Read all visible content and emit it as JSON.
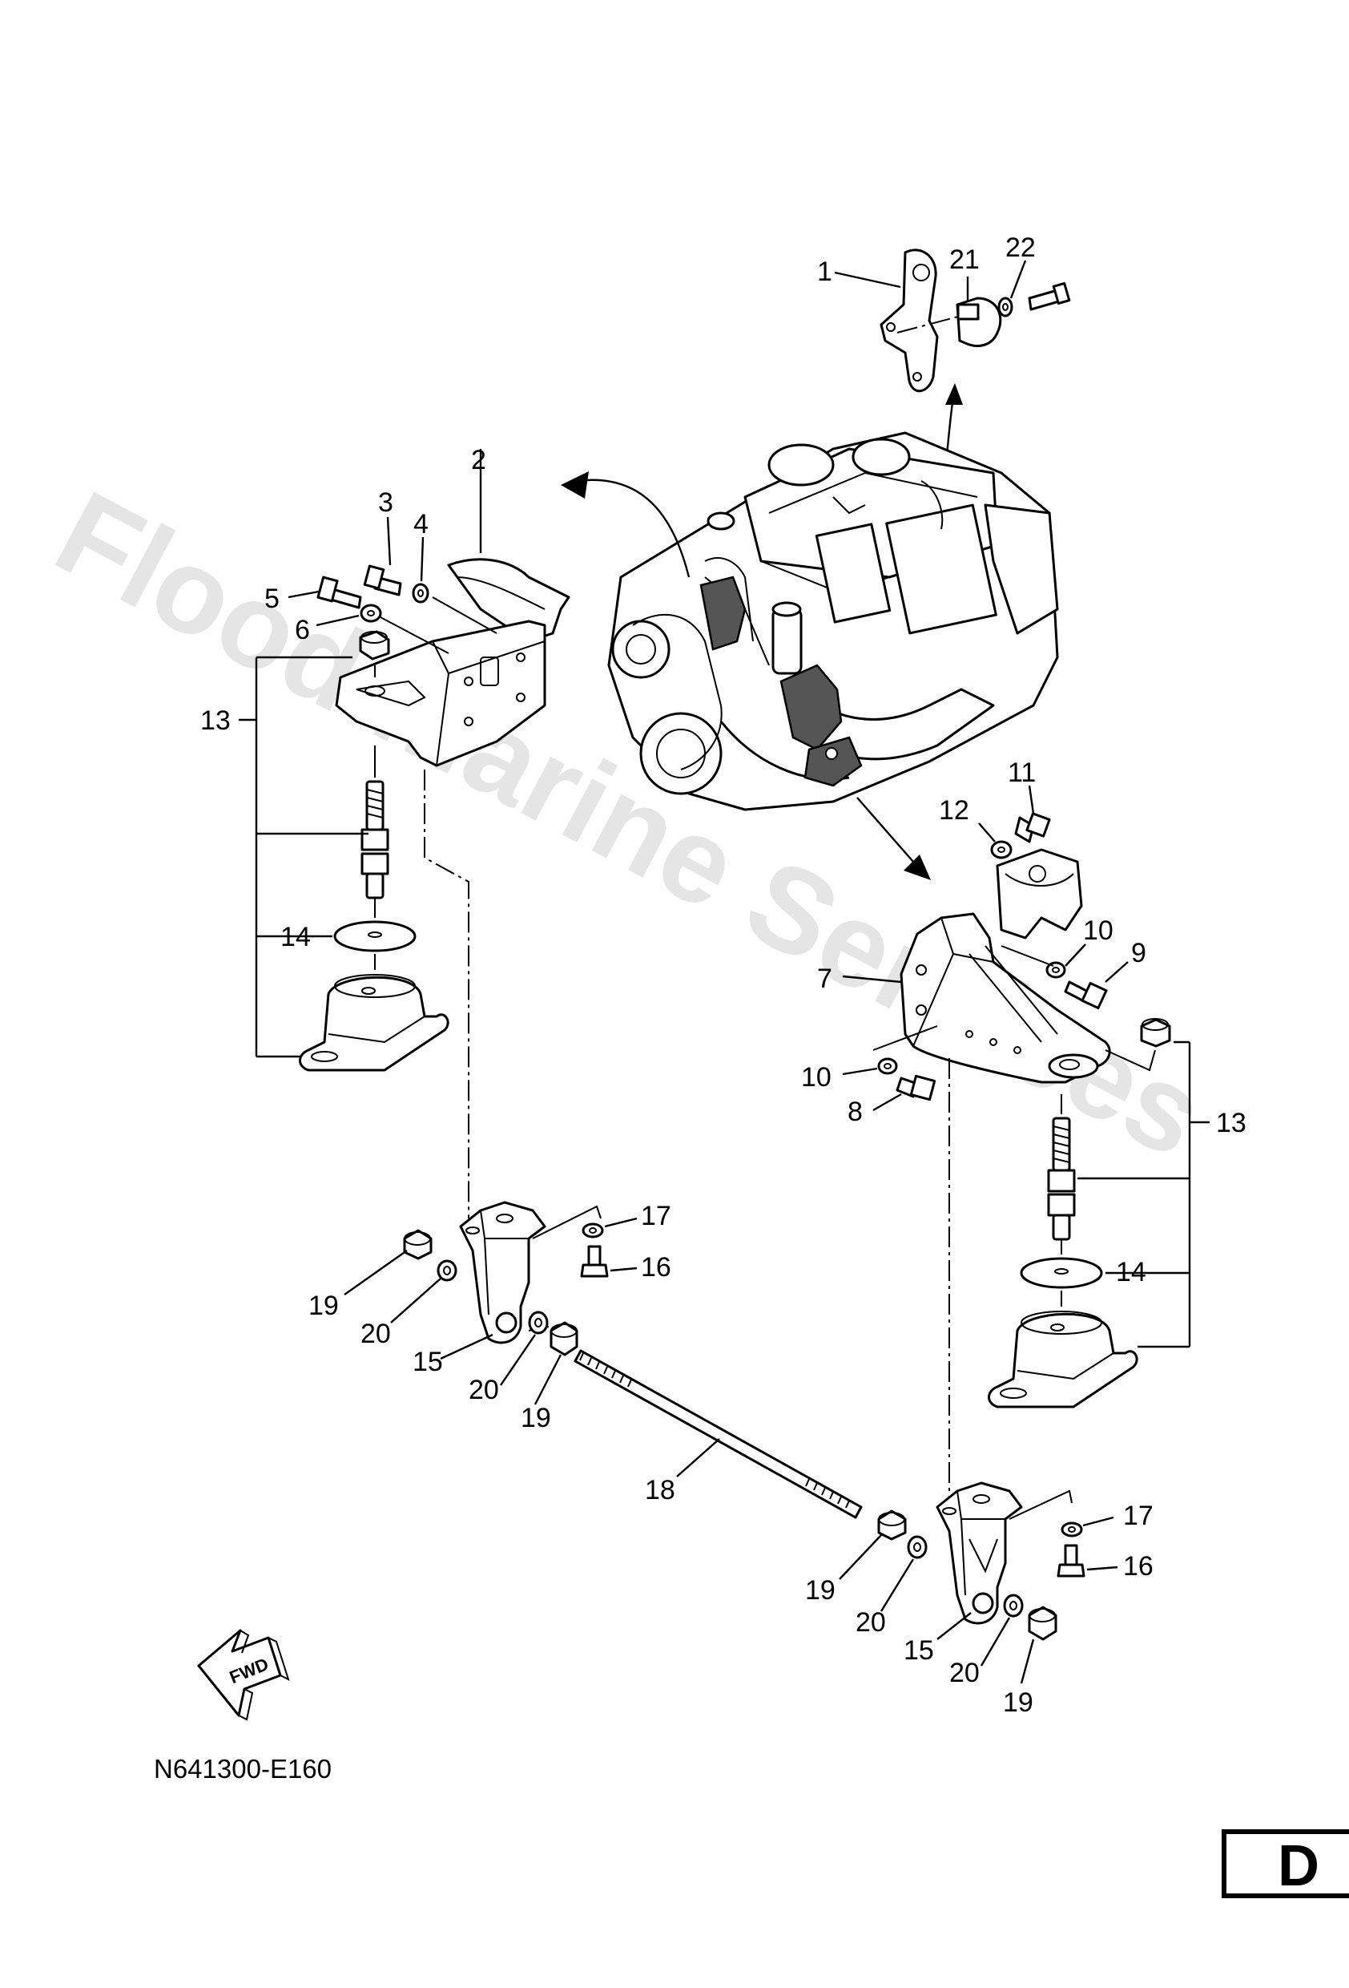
{
  "diagram": {
    "drawing_code": "N641300-E160",
    "page_letter": "D",
    "fwd_label": "FWD",
    "watermark": "Flood Marine Services",
    "callouts": {
      "c1": "1",
      "c21": "21",
      "c22": "22",
      "c2": "2",
      "c3": "3",
      "c4": "4",
      "c5": "5",
      "c6": "6",
      "c13_left": "13",
      "c14_left": "14",
      "c11": "11",
      "c12": "12",
      "c10_upper": "10",
      "c9": "9",
      "c7": "7",
      "c10_lower": "10",
      "c8": "8",
      "c13_right": "13",
      "c14_right": "14",
      "c17_left": "17",
      "c16_left": "16",
      "c19_left_a": "19",
      "c20_left_a": "20",
      "c15_left": "15",
      "c20_left_b": "20",
      "c19_left_b": "19",
      "c18": "18",
      "c17_right": "17",
      "c16_right": "16",
      "c19_right_a": "19",
      "c20_right_a": "20",
      "c15_right": "15",
      "c20_right_b": "20",
      "c19_right_b": "19"
    }
  }
}
